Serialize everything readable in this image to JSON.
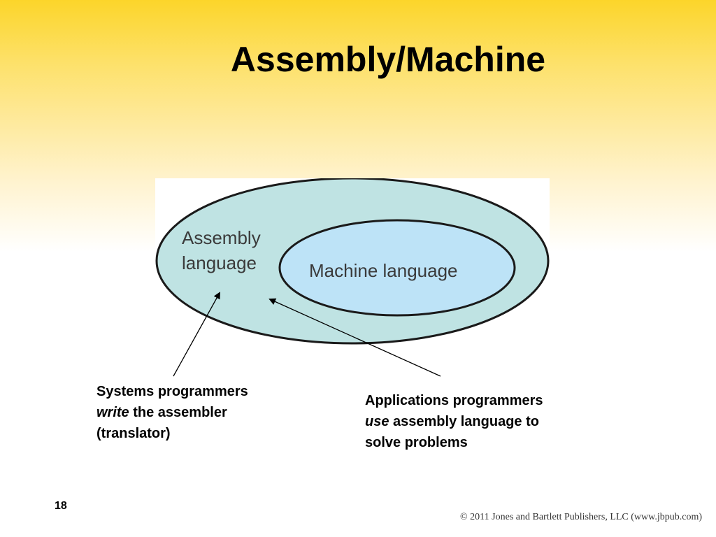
{
  "slide": {
    "title": "Assembly/Machine",
    "page_number": "18",
    "copyright": "© 2011 Jones and Bartlett Publishers, LLC (www.jbpub.com)"
  },
  "diagram": {
    "outer_label_line1": "Assembly",
    "outer_label_line2": "language",
    "inner_label": "Machine language",
    "outer_fill": "#bfe3e3",
    "inner_fill": "#bde3f7",
    "stroke": "#1a1a1a"
  },
  "captions": {
    "left": {
      "line1": "Systems programmers",
      "line2_em": "write",
      "line2_rest": " the assembler",
      "line3": "(translator)"
    },
    "right": {
      "line1": "Applications programmers",
      "line2_em": "use",
      "line2_rest": " assembly language to",
      "line3": "solve problems"
    }
  }
}
